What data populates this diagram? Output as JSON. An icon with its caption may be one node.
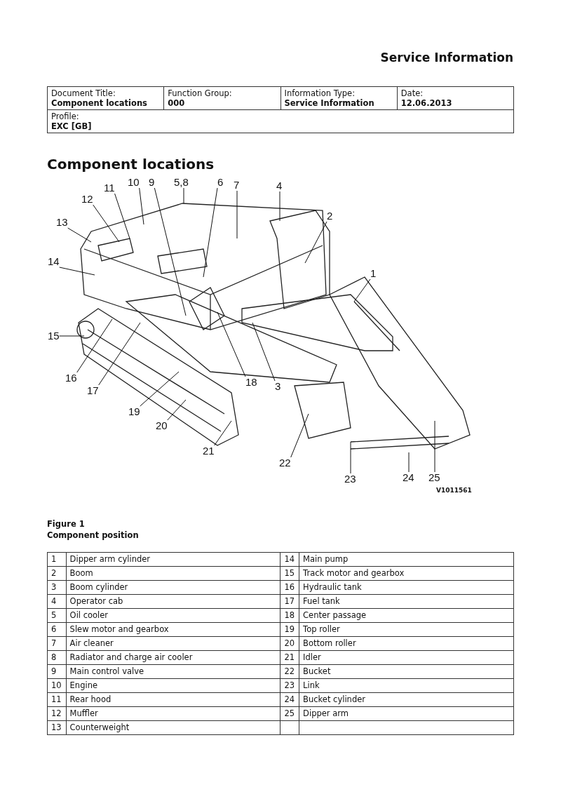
{
  "diagram": {
    "title": "Component locations",
    "nodes": [
      {
        "text": [
          "10"
        ]
      },
      {
        "text": [
          "9"
        ]
      },
      {
        "text": [
          "5,8"
        ]
      },
      {
        "text": [
          "6"
        ]
      },
      {
        "text": [
          "7"
        ]
      },
      {
        "text": [
          "4"
        ]
      },
      {
        "text": [
          "11"
        ]
      },
      {
        "text": [
          "12"
        ]
      },
      {
        "text": [
          "13"
        ]
      },
      {
        "text": [
          "2"
        ]
      },
      {
        "text": [
          "14"
        ]
      },
      {
        "text": [
          "1"
        ]
      },
      {
        "text": [
          "15"
        ]
      },
      {
        "text": [
          "16"
        ]
      },
      {
        "text": [
          "17"
        ]
      },
      {
        "text": [
          "18"
        ]
      },
      {
        "text": [
          "3"
        ]
      },
      {
        "text": [
          "19"
        ]
      },
      {
        "text": [
          "20"
        ]
      },
      {
        "text": [
          "21"
        ]
      },
      {
        "text": [
          "22"
        ]
      },
      {
        "text": [
          "23"
        ]
      },
      {
        "text": [
          "24"
        ]
      },
      {
        "text": [
          "25"
        ]
      }
    ],
    "edges": [
      {
        "from": 0,
        "to": null,
        "arrow": "none"
      },
      {
        "from": 1,
        "to": null,
        "arrow": "none"
      },
      {
        "from": 2,
        "to": null,
        "arrow": "none"
      },
      {
        "from": 3,
        "to": null,
        "arrow": "none"
      },
      {
        "from": 4,
        "to": null,
        "arrow": "none"
      },
      {
        "from": 5,
        "to": null,
        "arrow": "none"
      },
      {
        "from": 6,
        "to": null,
        "arrow": "none"
      },
      {
        "from": 7,
        "to": null,
        "arrow": "none"
      },
      {
        "from": 8,
        "to": null,
        "arrow": "none"
      },
      {
        "from": 9,
        "to": null,
        "arrow": "none"
      },
      {
        "from": 10,
        "to": null,
        "arrow": "none"
      },
      {
        "from": 11,
        "to": null,
        "arrow": "none"
      },
      {
        "from": 12,
        "to": null,
        "arrow": "none"
      },
      {
        "from": 13,
        "to": null,
        "arrow": "none"
      },
      {
        "from": 14,
        "to": null,
        "arrow": "none"
      },
      {
        "from": 15,
        "to": null,
        "arrow": "none"
      },
      {
        "from": 16,
        "to": null,
        "arrow": "none"
      },
      {
        "from": 17,
        "to": null,
        "arrow": "none"
      },
      {
        "from": 18,
        "to": null,
        "arrow": "none"
      },
      {
        "from": 19,
        "to": null,
        "arrow": "none"
      },
      {
        "from": 20,
        "to": null,
        "arrow": "none"
      },
      {
        "from": 21,
        "to": null,
        "arrow": "none"
      },
      {
        "from": 22,
        "to": null,
        "arrow": "none"
      },
      {
        "from": 23,
        "to": null,
        "arrow": "none"
      }
    ],
    "labels": [
      "Service Information",
      "Document Title:",
      "Component locations",
      "Function Group:",
      "000",
      "Information Type:",
      "Service Information",
      "Date:",
      "12.06.2013",
      "Profile:",
      "EXC [GB]",
      "V1011561",
      "Figure 1",
      "Component position",
      "1",
      "Dipper arm cylinder",
      "14",
      "Main pump",
      "2",
      "Boom",
      "15",
      "Track motor and gearbox",
      "3",
      "Boom cylinder",
      "16",
      "Hydraulic tank",
      "4",
      "Operator cab",
      "17",
      "Fuel tank",
      "5",
      "Oil cooler",
      "18",
      "Center passage",
      "6",
      "Slew motor and gearbox",
      "19",
      "Top roller",
      "7",
      "Air cleaner",
      "20",
      "Bottom roller",
      "8",
      "Radiator and charge air cooler",
      "21",
      "Idler",
      "9",
      "Main control valve",
      "22",
      "Bucket",
      "10",
      "Engine",
      "23",
      "Link",
      "11",
      "Rear hood",
      "24",
      "Bucket cylinder",
      "12",
      "Muffler",
      "25",
      "Dipper arm",
      "13",
      "Counterweight"
    ]
  }
}
